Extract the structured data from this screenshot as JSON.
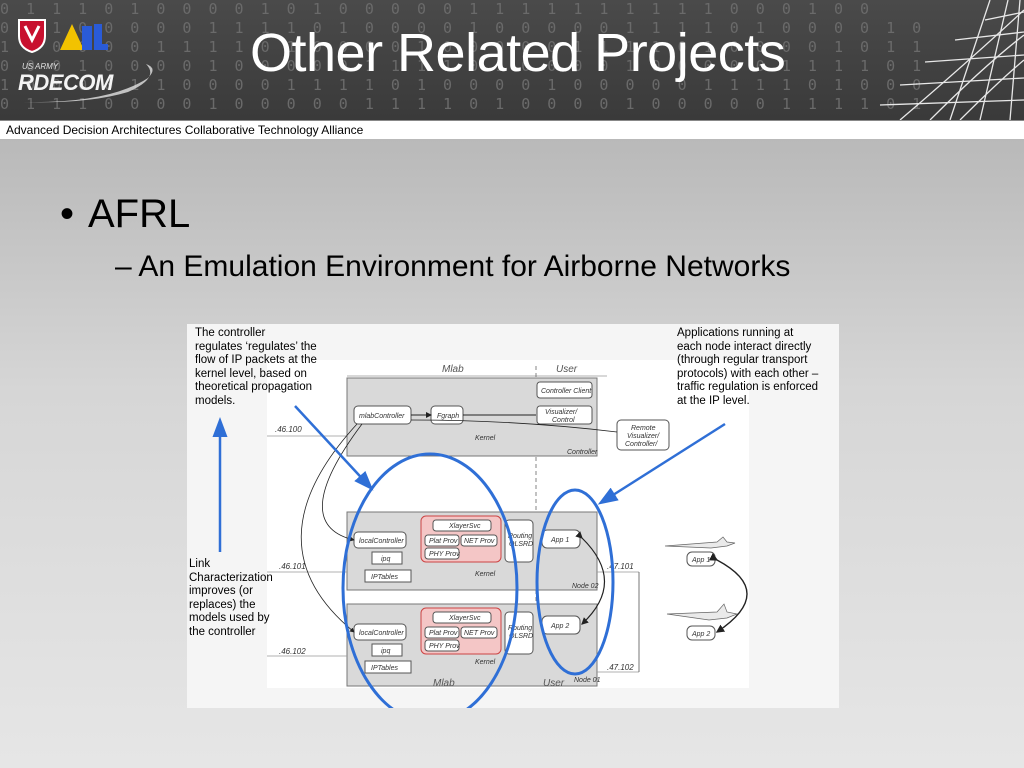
{
  "slide": {
    "title": "Other Related Projects",
    "subtitle_bar": "Advanced Decision Architectures Collaborative Technology Alliance",
    "logos": {
      "left_logo": "US ARMY RDECOM",
      "left_logo_top": "US ARMY",
      "arl_logo": "ARL",
      "rdecom_text": "RDECOM"
    },
    "bullets": [
      {
        "text": "AFRL",
        "marker": "•",
        "sub": [
          {
            "marker": "–",
            "text": "An Emulation Environment for Airborne Networks"
          }
        ]
      }
    ]
  },
  "figure": {
    "annotation_controller": [
      "The controller",
      "regulates ‘regulates’ the",
      "flow of IP packets at the",
      "kernel level, based on",
      "theoretical propagation",
      "models."
    ],
    "annotation_apps": [
      "Applications running at",
      "each node interact directly",
      "(through regular transport",
      "protocols) with each other –",
      "traffic regulation is enforced",
      "at the IP level."
    ],
    "annotation_link": [
      "Link",
      "Characterization",
      "improves (or",
      "replaces) the",
      "models used by",
      "the controller"
    ],
    "labels": {
      "mlab": "Mlab",
      "user": "User",
      "controller_client": "Controller Client",
      "visualizer_control": [
        "Visualizer/",
        "Control"
      ],
      "mlab_controller": "mlabController",
      "fgraph": "Fgraph",
      "kernel": "Kernel",
      "controller": "Controller",
      "remote_visualizer": [
        "Remote",
        "Visualizer/",
        "Controller/"
      ],
      "ip_46_100": ".46.100",
      "ip_46_101": ".46.101",
      "ip_46_102": ".46.102",
      "ip_47_101": ".47.101",
      "ip_47_102": ".47.102",
      "local_controller": "localController",
      "ipq": "ipq",
      "iptables": "IPTables",
      "xlayer_svc": "XlayerSvc",
      "plat_prov": "Plat Prov",
      "net_prov": "NET Prov",
      "phy_prov": "PHY Prov",
      "routing": [
        "Routing",
        "OLSRD"
      ],
      "app1": "App 1",
      "app2": "App 2",
      "node02": "Node 02",
      "node01": "Node 01",
      "bottom_mlab": "Mlab",
      "bottom_user": "User",
      "plane_app1": "App 1",
      "plane_app2": "App 2"
    }
  },
  "colors": {
    "accent_blue": "#2f6fd6",
    "box_pink": "#f4c6c6",
    "header_bg": "#404040"
  }
}
